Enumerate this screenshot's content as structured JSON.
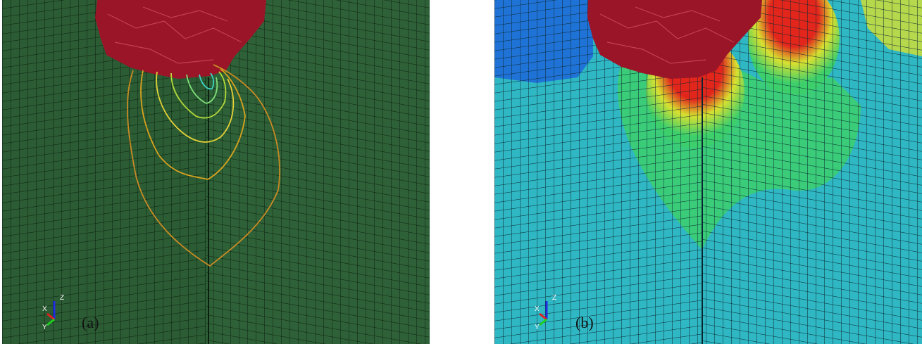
{
  "panels": [
    {
      "id": "a",
      "label": "(a)",
      "colors": {
        "mesh_left": "#2b5c33",
        "mesh_right": "#2e6137",
        "grid": "#0d1f10",
        "debris": "#9a1528",
        "contours": [
          "#d9a21e",
          "#c98a24",
          "#e4d138",
          "#b6db3a",
          "#7fe07a",
          "#3fd4c6"
        ]
      }
    },
    {
      "id": "b",
      "label": "(b)",
      "colors": {
        "base": "#2fb8c4",
        "blue": "#1f73d6",
        "green": "#3ccf6c",
        "yellow": "#d8e030",
        "red": "#e2261c",
        "grid": "#0b2630",
        "debris": "#9a1528"
      }
    }
  ],
  "axis_triad": {
    "x_label": "X",
    "y_label": "Y",
    "z_label": "Z",
    "x_color": "#e02020",
    "y_color": "#20d020",
    "z_color": "#2030e0"
  }
}
